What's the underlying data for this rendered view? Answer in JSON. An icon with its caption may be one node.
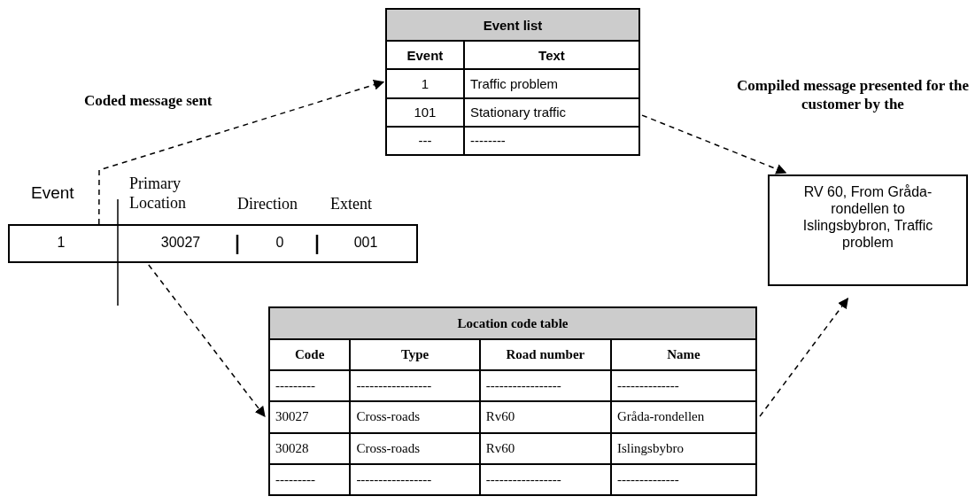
{
  "diagram": {
    "nodes": [
      {
        "text": [
          "1",
          "30027",
          "0",
          "001"
        ]
      },
      {
        "text": [
          "Event list",
          "Event",
          "Text",
          "1",
          "Traffic problem",
          "101",
          "Stationary traffic",
          "---",
          "--------"
        ]
      },
      {
        "text": [
          "Location code table",
          "Code",
          "Type",
          "Road number",
          "Name",
          "---------",
          "-----------------",
          "-----------------",
          "--------------",
          "30027",
          "Cross-roads",
          "Rv60",
          "Gråda-rondellen",
          "30028",
          "Cross-roads",
          "Rv60",
          "Islingsbybro",
          "---------",
          "-----------------",
          "-----------------",
          "--------------"
        ]
      },
      {
        "text": [
          "RV 60, From Gråda-rondellen to Islingsbybron, Traffic problem"
        ]
      }
    ],
    "edges": [
      {
        "from": 0,
        "to": 1,
        "arrow": "to",
        "style": "dashed"
      },
      {
        "from": 0,
        "to": 2,
        "arrow": "to",
        "style": "dashed"
      },
      {
        "from": 1,
        "to": 3,
        "arrow": "to",
        "style": "dashed"
      },
      {
        "from": 2,
        "to": 3,
        "arrow": "to",
        "style": "dashed"
      }
    ],
    "labels": [
      "Compiled message presented for the customer by the",
      "Coded message sent",
      "Event",
      "Primary Location",
      "Direction",
      "Extent"
    ]
  }
}
